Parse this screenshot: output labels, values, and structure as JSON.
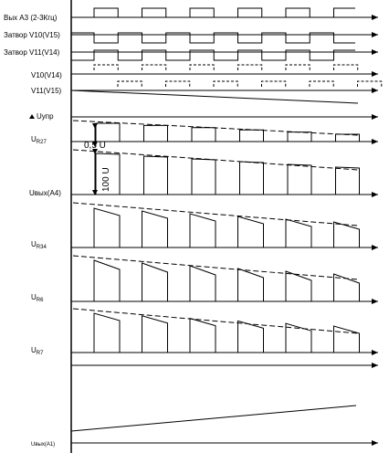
{
  "labels": {
    "out_a3": "Вых А3 (2-3Кгц)",
    "gate_v10": "Затвор V10(V15)",
    "gate_v11": "Затвор V11(V14)",
    "v10": "V10(V14)",
    "v11": "V11(V15)",
    "uupr": "Uупр",
    "ur27_base": "U",
    "ur27_sub": "R27",
    "uout_a4": "Uвых(А4)",
    "ur34_base": "U",
    "ur34_sub": "R34",
    "ur6_base": "U",
    "ur6_sub": "R6",
    "ur7_base": "U",
    "ur7_sub": "R7",
    "uout_a1": "Uвых(А1)"
  },
  "annotations": {
    "half_u": "0,5 U",
    "hundred_u": "100 U"
  },
  "colors": {
    "line": "#000000",
    "background": "#ffffff"
  }
}
